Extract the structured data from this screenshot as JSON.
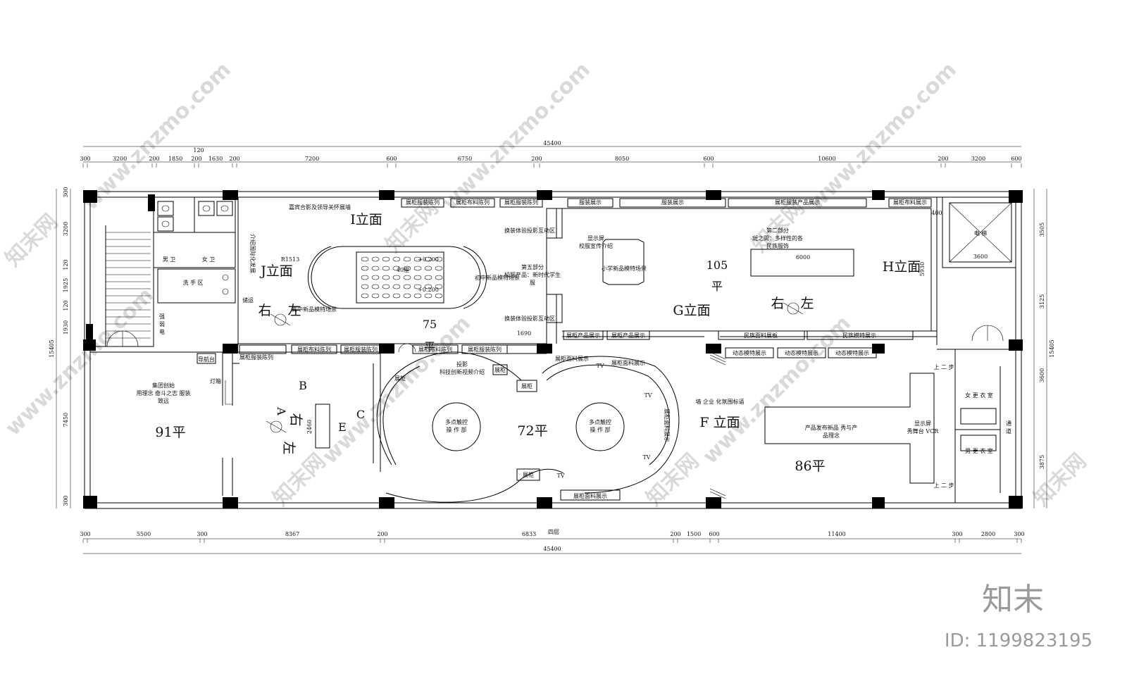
{
  "dims": {
    "overall_top": "45400",
    "overall_bottom": "45400",
    "top_small": "120",
    "top_row": [
      "300",
      "3200",
      "200",
      "1850",
      "200",
      "1630",
      "200",
      "7200",
      "600",
      "6750",
      "200",
      "8050",
      "600",
      "10600",
      "200",
      "3200",
      "600"
    ],
    "bottom_row": [
      "300",
      "5500",
      "300",
      "8367",
      "200",
      "6833",
      "200",
      "1500",
      "600",
      "11400",
      "300",
      "2800",
      "300"
    ],
    "left_total": "15405",
    "right_total": "15405",
    "left_col": [
      "300",
      "3200",
      "120",
      "1925",
      "120",
      "1930",
      "7450",
      "300"
    ],
    "right_col": [
      "3505",
      "3125",
      "3600",
      "3875"
    ],
    "misc": {
      "r1513": "R1513",
      "d2460": "2460",
      "d1690": "1690",
      "d3600": "3600",
      "d5930": "5930",
      "d400": "400",
      "d6000": "6000",
      "level_a": "+0.200",
      "level_b": "+0.200"
    }
  },
  "rooms": {
    "r75": "75",
    "r75_unit": "平",
    "r105": "105",
    "r105_unit": "平",
    "r91": "91平",
    "r72": "72平",
    "r86": "86平"
  },
  "elevations": {
    "I": "I立面",
    "J": "J立面",
    "G": "G立面",
    "H": "H立面",
    "F": "F 立面",
    "B": "B",
    "C": "C",
    "E": "E",
    "A": "A"
  },
  "orient": {
    "right": "右",
    "left": "左"
  },
  "labels": {
    "vip_wall": "嘉宾合影及领导关怀展墙",
    "mens_toilet": "男 卫",
    "womens_toilet": "女 卫",
    "washroom": "洗 手 区",
    "stairs_el": "强\n弱\n电",
    "elevator": "电 梯",
    "nav_desk": "导航台",
    "light_box": "灯箱",
    "group_intro": "集团创始\n用理念 奋斗之志 服装\n致远",
    "cab1": "展柜服装陈列",
    "cab2": "展柜布料陈列",
    "cab3": "展柜服装陈列",
    "cab_top_g1": "服装展示",
    "cab_top_g2": "服装展示",
    "cab_top_g3": "展柜服装产品展示",
    "cab_top_g4": "展柜布料展示",
    "swap_exp1": "换装体验投影互动区",
    "swap_exp2": "换装体验投影互动区",
    "display_screen": "显示屏\n校服宣传介绍",
    "primary_school": "小学新品模特场景",
    "junior_school": "初中新品模特场景",
    "high_school": "高中新品模特场景",
    "part5": "第五部分\n校服产品：新时代学生\n服",
    "part2": "第二部分\n斑之間：多样性的各\n民族服饰",
    "vip_wall_side": "介绍国际化发展",
    "dock": "储运",
    "bot_cab1": "展柜服装陈列",
    "bot_cab2": "展柜布料陈列",
    "bot_cab3": "展柜服装陈列",
    "bot_cab4": "展柜布料陈列",
    "bot_cab5": "展柜服装陈列",
    "g_cab1": "展柜产品展示",
    "g_cab2": "展柜产品展示",
    "g_cab3": "民族面料展板",
    "g_cab4": "民族模特展示",
    "dyn1": "动态模特展示",
    "dyn2": "动态模特展示",
    "dyn3": "动态模特展示",
    "proj": "投影\n科技创新视频介绍",
    "showcase1": "展柜",
    "showcase2": "展柜",
    "showcase3": "展柜",
    "showcase4": "展柜",
    "fabric1": "展柜面料展示",
    "fabric2": "展柜面料展示",
    "fabric3": "展柜面料展示",
    "fabric4": "展柜面料展示",
    "touch1": "多点触控\n操 作 部",
    "touch2": "多点触控\n操 作 部",
    "tv": "TV",
    "corporate": "墙 企业 化氛围标语",
    "launch": "产品发布新品 秀与产\n品理念",
    "runway": "显示屏\n秀舞台 VCR",
    "female_dress": "女 更 衣 室",
    "male_dress": "男 更 衣 室",
    "step_up": "上 二 步",
    "step_down": "上 二 步",
    "corridor": "通\n道",
    "floor": "四层",
    "seats": "40座"
  },
  "watermark": {
    "site": "www.znzmo.com",
    "cn": "知末网",
    "brand": "知末",
    "id": "ID: 1199823195"
  }
}
